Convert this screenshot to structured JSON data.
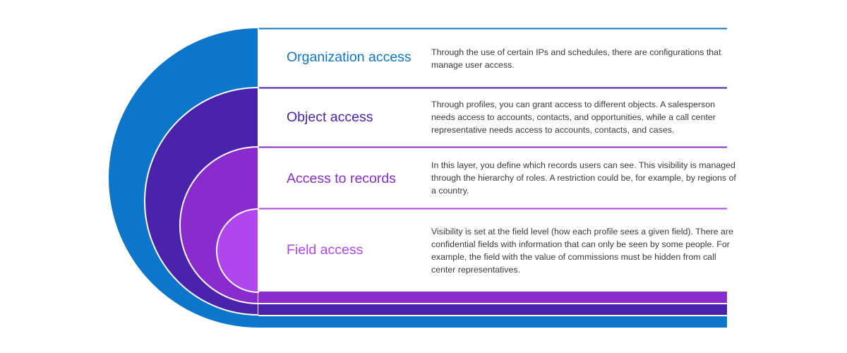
{
  "colors": {
    "organization": "#0C76CB",
    "object": "#4B22AB",
    "records": "#8A2BCE",
    "field": "#B146EE"
  },
  "layers": [
    {
      "title": "Organization access",
      "description": "Through the use of certain IPs and schedules, there are configurations that manage user access.",
      "color": "#0C76CB"
    },
    {
      "title": "Object access",
      "description": "Through profiles, you can grant access to different objects. A salesperson needs access to accounts, contacts, and opportunities, while a call center representative needs access to accounts, contacts, and cases.",
      "color": "#4B22AB"
    },
    {
      "title": "Access to records",
      "description": "In this layer, you define which records users can see. This visibility is managed through the hierarchy of roles. A restriction could be, for example, by regions of a country.",
      "color": "#8A2BCE"
    },
    {
      "title": "Field access",
      "description": "Visibility is set at the field level (how each profile sees a given field). There are confidential fields with information that can only be seen by some people. For example, the field with the value of commissions must be hidden from call center representatives.",
      "color": "#B146EE"
    }
  ]
}
